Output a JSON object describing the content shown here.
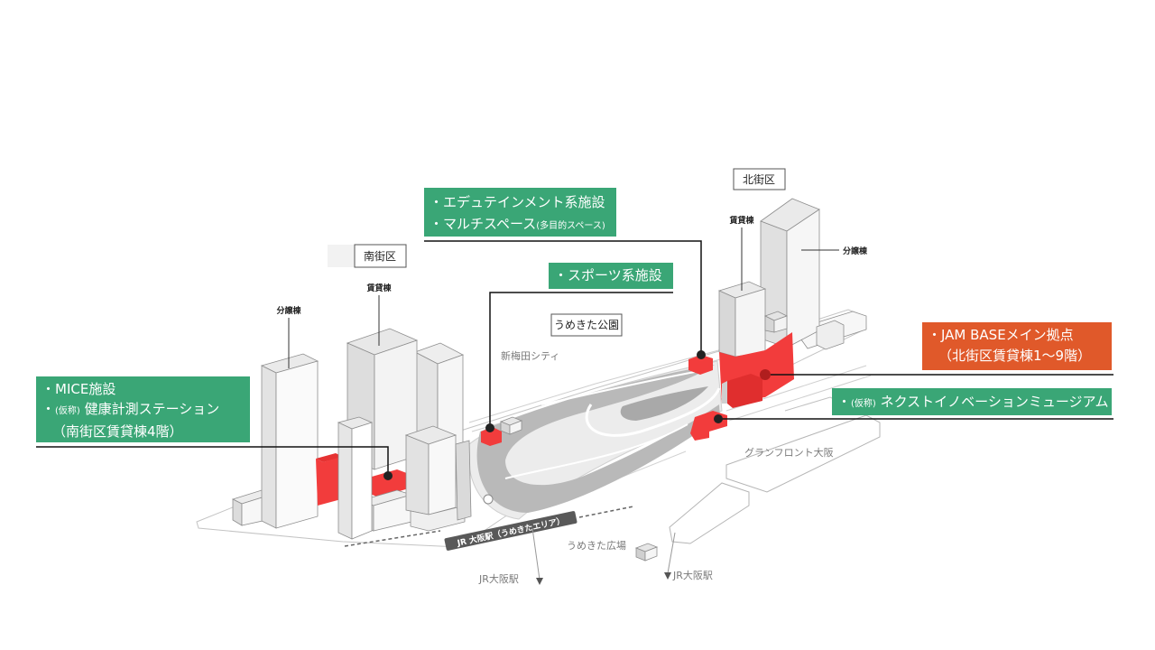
{
  "districts": {
    "north": {
      "label": "北街区",
      "rental_label": "賃貸棟",
      "condo_label": "分譲棟"
    },
    "south": {
      "label": "南街区",
      "rental_label": "賃貸棟",
      "condo_label": "分譲棟"
    }
  },
  "park": {
    "label": "うめきた公園"
  },
  "places": {
    "shin_umeda_city": "新梅田シティ",
    "grand_front": "グランフロント大阪",
    "umekita_plaza": "うめきた広場",
    "jr_osaka_left": "JR大阪駅",
    "jr_osaka_right": "JR大阪駅",
    "jr_band": "JR 大阪駅（うめきたエリア）"
  },
  "callouts": {
    "edutainment": {
      "line1": "・エデュテインメント系施設",
      "line2": "・マルチスペース",
      "line2_note": "(多目的スペース)"
    },
    "sports": {
      "line1": "・スポーツ系施設"
    },
    "mice": {
      "line1": "・MICE施設",
      "line2_prefix": "・",
      "line2_note": "(仮称)",
      "line2": " 健康計測ステーション",
      "line3": "（南街区賃貸棟4階）"
    },
    "jam_base": {
      "line1": "・JAM BASEメイン拠点",
      "line2": "（北街区賃貸棟1～9階）"
    },
    "next_innovation": {
      "prefix": "・",
      "note": "(仮称)",
      "line1": " ネクストイノベーションミュージアム"
    }
  },
  "colors": {
    "green": "#3aa676",
    "orange": "#e0592a",
    "highlight_red": "#f23c3c"
  }
}
